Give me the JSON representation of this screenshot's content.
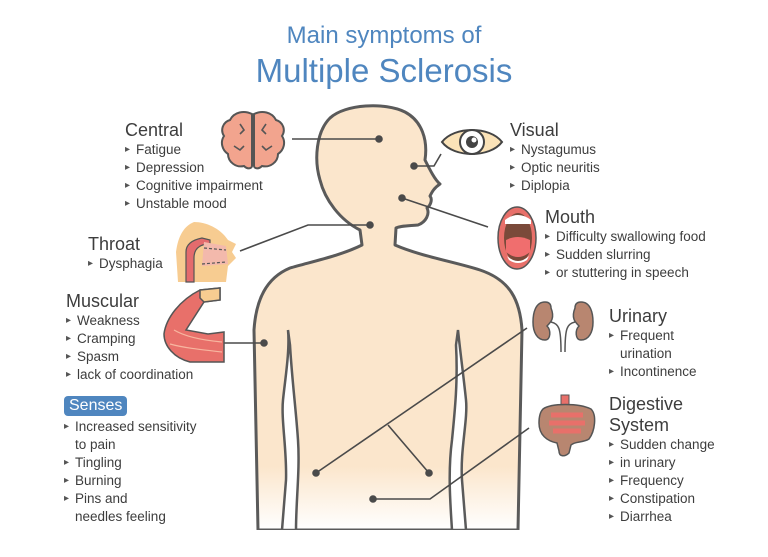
{
  "title": {
    "line1": "Main symptoms of",
    "line2": "Multiple Sclerosis"
  },
  "colors": {
    "title": "#4f86bf",
    "skin": "#fbe6cc",
    "outline": "#5a5a5a",
    "badge": "#4f86bf",
    "brain": "#f2a48e",
    "muscle": "#e8706a",
    "kidney": "#b88670"
  },
  "groups": {
    "central": {
      "title": "Central",
      "icon": "brain-icon",
      "items": [
        "Fatigue",
        "Depression",
        "Cognitive impairment",
        "Unstable mood"
      ]
    },
    "throat": {
      "title": "Throat",
      "icon": "throat-icon",
      "items": [
        "Dysphagia"
      ]
    },
    "muscular": {
      "title": "Muscular",
      "icon": "arm-muscle-icon",
      "items": [
        "Weakness",
        "Cramping",
        "Spasm",
        "lack of coordination"
      ]
    },
    "senses": {
      "title": "Senses",
      "items": [
        "Increased sensitivity",
        "to pain",
        "Tingling",
        "Burning",
        "Pins and",
        "needles feeling"
      ]
    },
    "visual": {
      "title": "Visual",
      "icon": "eye-icon",
      "items": [
        "Nystagumus",
        "Optic neuritis",
        "Diplopia"
      ]
    },
    "mouth": {
      "title": "Mouth",
      "icon": "mouth-icon",
      "items": [
        "Difficulty swallowing food",
        "Sudden slurring",
        "or stuttering in speech"
      ]
    },
    "urinary": {
      "title": "Urinary",
      "icon": "kidney-icon",
      "items": [
        "Frequent",
        "urination",
        "Incontinence"
      ]
    },
    "digestive": {
      "title_line1": "Digestive",
      "title_line2": "System",
      "icon": "intestine-icon",
      "items": [
        "Sudden change",
        "in urinary",
        "Frequency",
        "Constipation",
        "Diarrhea"
      ]
    }
  }
}
